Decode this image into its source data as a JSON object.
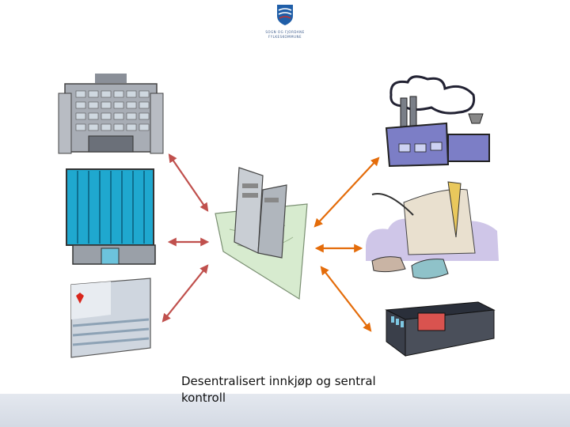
{
  "logo": {
    "line1": "SOGN OG FJORDANE",
    "line2": "FYLKESKOMMUNE",
    "colors": {
      "blue": "#1f5ea8",
      "red": "#c9302c"
    }
  },
  "caption": "Desentralisert innkjøp og sentral kontroll",
  "diagram": {
    "center": "server-on-map",
    "left_nodes": [
      "office-tower",
      "glass-building",
      "hospital-building"
    ],
    "right_nodes": [
      "factory",
      "city-plaza-with-cars",
      "storefront-building"
    ],
    "left_arrow_color": "#c0504d",
    "right_arrow_color": "#e46c0a"
  }
}
